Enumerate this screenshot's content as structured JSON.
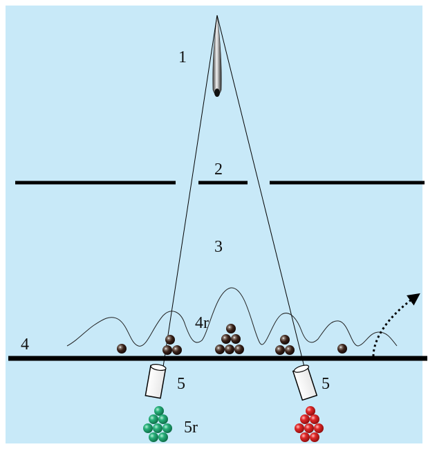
{
  "labels": {
    "source": "1",
    "barrier": "2",
    "space": "3",
    "screen": "4",
    "pattern": "4r",
    "detector_left": "5",
    "detector_right": "5",
    "detected": "5r"
  },
  "colors": {
    "background": "#c8e9f8",
    "border": "#ffffff",
    "lines": "#000000",
    "particle": "#2b1810",
    "detected_left": "#1d9a6a",
    "detected_right": "#d42a2a"
  }
}
